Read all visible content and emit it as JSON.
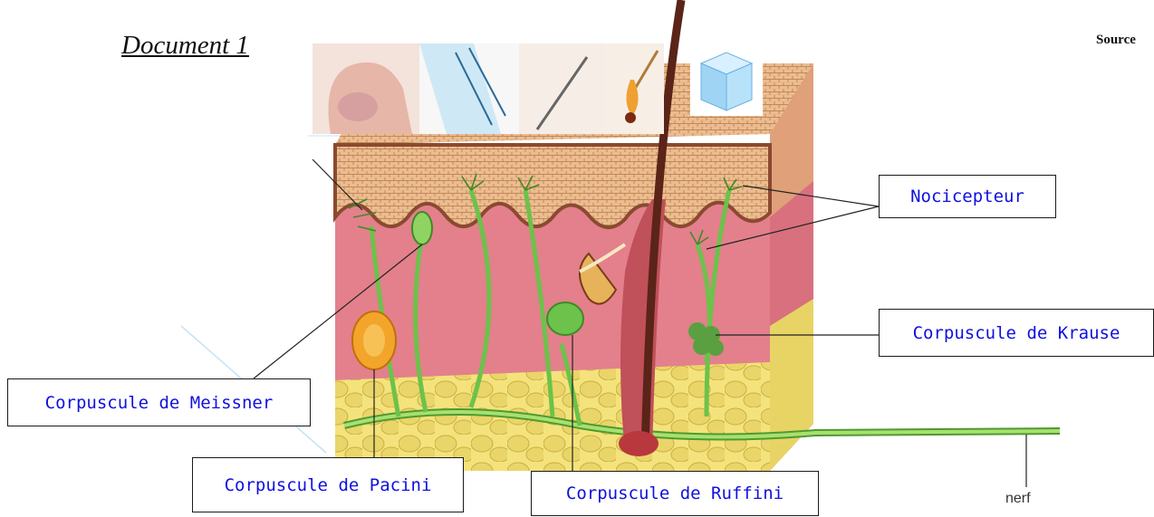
{
  "header": {
    "title": "Document 1",
    "source": "Source"
  },
  "diagram": {
    "stimuli_icons": [
      "finger-touch-icon",
      "pinch-icon",
      "needle-icon",
      "match-flame-icon",
      "ice-cube-icon"
    ],
    "labels": {
      "nocicepteur": "Nocicepteur",
      "krause": "Corpuscule de Krause",
      "meissner": "Corpuscule de Meissner",
      "pacini": "Corpuscule de Pacini",
      "ruffini": "Corpuscule de Ruffini",
      "nerf": "nerf"
    },
    "colors": {
      "epidermis": "#e8b48a",
      "dermis": "#e3808c",
      "hypodermis": "#f2e27a",
      "fat_lobule": "#e8d870",
      "nerve": "#6cc24a",
      "hair": "#5a2418",
      "pacini": "#f2a52a",
      "label_text": "#1010e0"
    }
  }
}
